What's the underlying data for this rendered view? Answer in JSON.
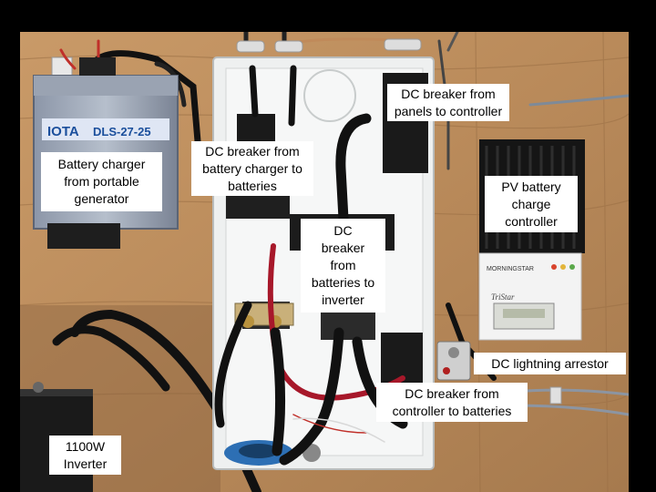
{
  "labels": {
    "panels_to_controller": "DC breaker from\npanels to controller",
    "battery_charger": "Battery charger\nfrom portable\ngenerator",
    "charger_to_batteries": "DC breaker from\nbattery charger to\nbatteries",
    "batteries_to_inverter": "DC\nbreaker\nfrom\nbatteries to\ninverter",
    "pv_controller": "PV battery\ncharge\ncontroller",
    "lightning_arrestor": "DC lightning arrestor",
    "controller_to_batteries": "DC breaker from\ncontroller to batteries",
    "inverter": "1100W\nInverter"
  },
  "device_text": {
    "iota_brand": "IOTA",
    "iota_model": "DLS-27-25",
    "morningstar": "MORNINGSTAR",
    "tristar": "TriStar"
  }
}
